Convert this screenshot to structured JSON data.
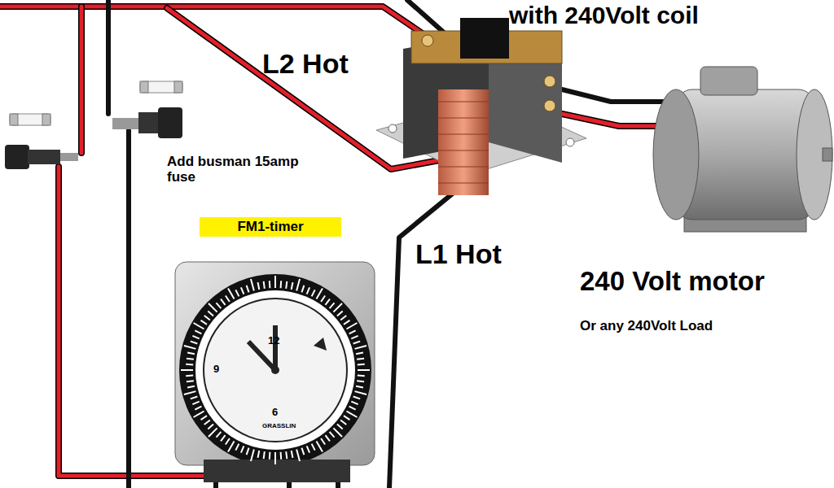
{
  "diagram": {
    "nodes": [
      {
        "text": [
          "FM1-timer"
        ]
      }
    ],
    "labels": [
      "with 240Volt coil",
      "L2 Hot",
      "Add busman 15amp fuse",
      "L1 Hot",
      "240 Volt motor",
      "Or any 240Volt Load",
      "12",
      "9",
      "6",
      "GRASSLIN"
    ]
  }
}
